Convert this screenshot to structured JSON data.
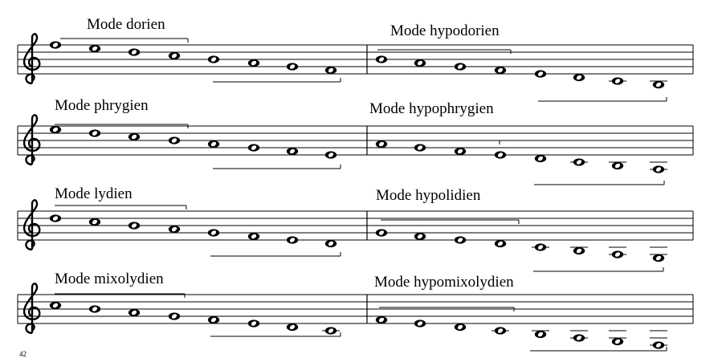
{
  "systems": [
    {
      "left_title": "Mode dorien",
      "right_title": "Mode hypodorien"
    },
    {
      "left_title": "Mode phrygien",
      "right_title": "Mode hypophrygien"
    },
    {
      "left_title": "Mode lydien",
      "right_title": "Mode hypolidien"
    },
    {
      "left_title": "Mode mixolydien",
      "right_title": "Mode hypomixolydien"
    }
  ],
  "page_number": "42"
}
